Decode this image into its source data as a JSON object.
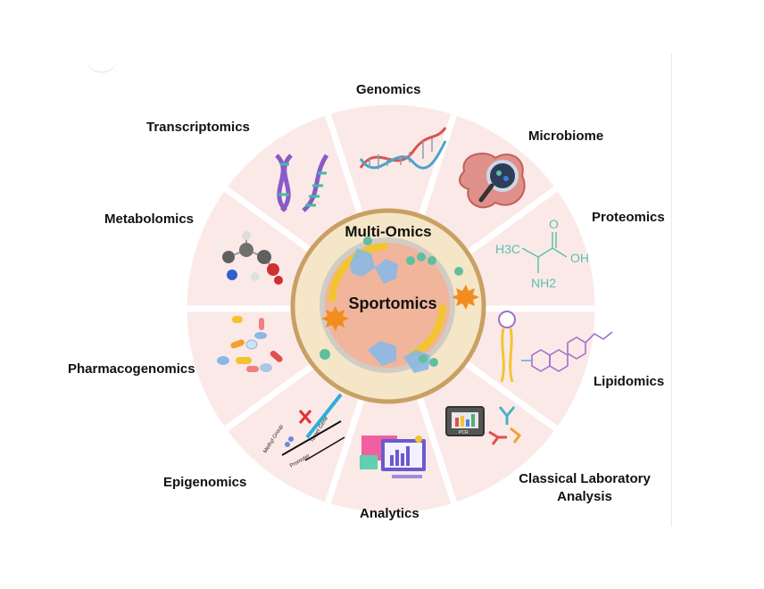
{
  "diagram": {
    "center_title": "Multi-Omics",
    "center_subtitle": "Sportomics",
    "segments": [
      {
        "label": "Genomics",
        "icon": "dna-helix-icon"
      },
      {
        "label": "Microbiome",
        "icon": "intestine-magnifier-icon"
      },
      {
        "label": "Proteomics",
        "icon": "amino-acid-structure-icon"
      },
      {
        "label": "Lipidomics",
        "icon": "lipid-cholesterol-icon"
      },
      {
        "label": "Classical Laboratory Analysis",
        "icon": "pcr-machine-antibody-icon"
      },
      {
        "label": "Analytics",
        "icon": "dashboard-chart-icon"
      },
      {
        "label": "Epigenomics",
        "icon": "methyl-group-gene-icon"
      },
      {
        "label": "Pharmacogenomics",
        "icon": "pills-icon"
      },
      {
        "label": "Metabolomics",
        "icon": "molecule-model-icon"
      },
      {
        "label": "Transcriptomics",
        "icon": "rna-strands-icon"
      }
    ],
    "proteomics_formula": {
      "ch3": "H3C",
      "oh": "OH",
      "nh2": "NH2",
      "o": "O"
    },
    "epigenomics_labels": {
      "methyl": "Methyl Group",
      "target": "Target Gene",
      "promoter": "Promoter"
    },
    "pcr_label": "PCR",
    "colors": {
      "ring_fill": "#fbe9e8",
      "ring_stroke": "#ffffff",
      "core_fill": "#f5e6c8",
      "core_stroke": "#c9a063",
      "inner_fill": "#f0b59a",
      "arrow": "#f2c530",
      "node": "#5fbf9f",
      "blue_shape": "#8ab8e6"
    }
  }
}
